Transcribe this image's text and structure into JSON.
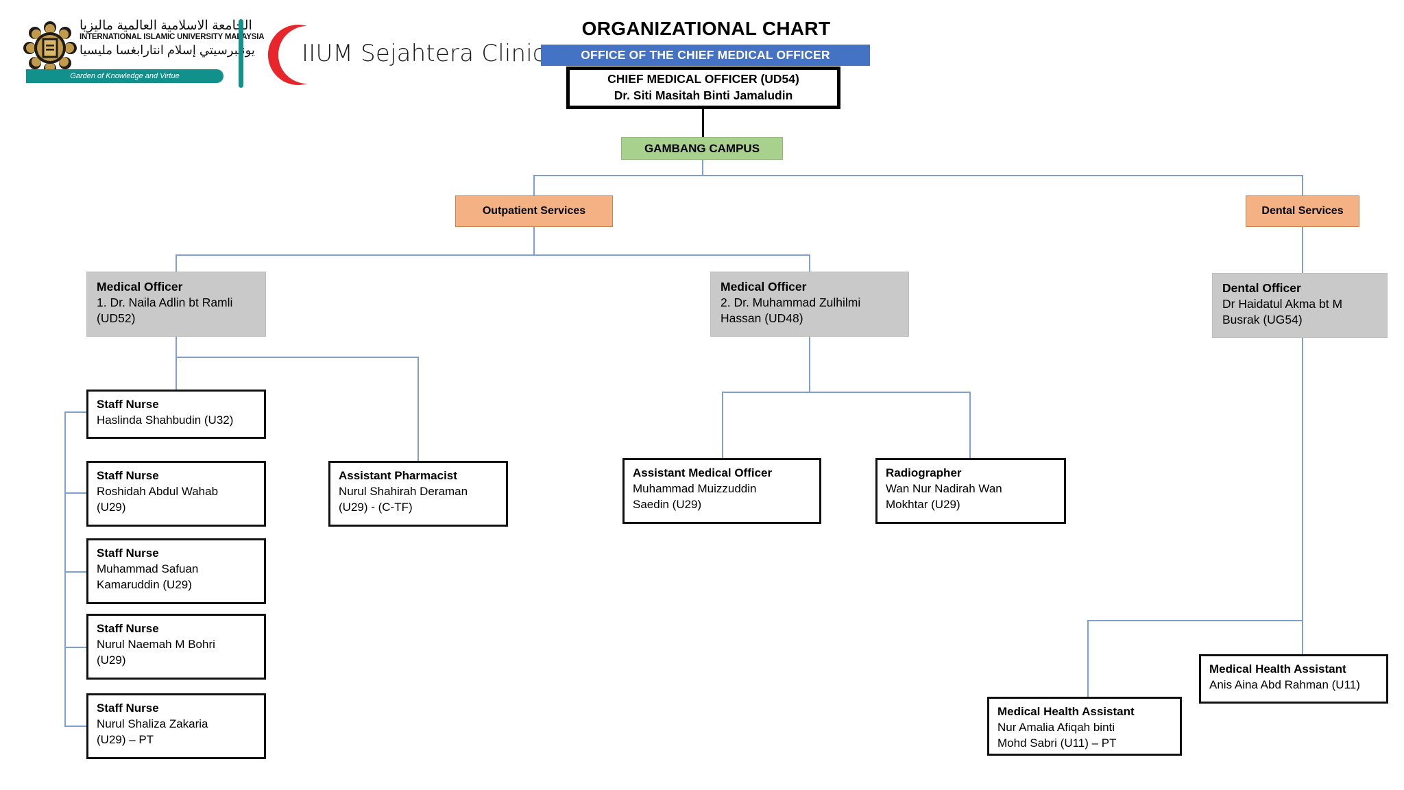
{
  "brand": {
    "university_arabic_top": "الجامعة الاسلامية العالمية ماليزيا",
    "university_english": "INTERNATIONAL ISLAMIC UNIVERSITY MALAYSIA",
    "university_arabic_bottom": "يونيبرسيتي إسلام انتارابغسا مليسيا",
    "tagline": "Garden of Knowledge and Virtue",
    "clinic_name": "IIUM Sejahtera Clinic"
  },
  "header": {
    "title": "ORGANIZATIONAL CHART",
    "office_bar": "OFFICE OF THE CHIEF MEDICAL OFFICER",
    "cmo_role": "CHIEF MEDICAL OFFICER (UD54)",
    "cmo_name": "Dr. Siti Masitah Binti Jamaludin"
  },
  "campus": {
    "label": "GAMBANG CAMPUS"
  },
  "services": {
    "outpatient": "Outpatient  Services",
    "dental": "Dental  Services"
  },
  "officers": {
    "mo1": {
      "role": "Medical Officer",
      "person": "1. Dr. Naila Adlin bt Ramli\n    (UD52)"
    },
    "mo2": {
      "role": "Medical Officer",
      "person": "2. Dr. Muhammad Zulhilmi\n    Hassan (UD48)"
    },
    "dental_officer": {
      "role": "Dental Officer",
      "person": "Dr Haidatul Akma bt M\nBusrak (UG54)"
    }
  },
  "nodes": {
    "nurse1": {
      "role": "Staff Nurse",
      "person": " Haslinda Shahbudin (U32)"
    },
    "nurse2": {
      "role": "Staff Nurse",
      "person": "Roshidah Abdul Wahab\n(U29)"
    },
    "nurse3": {
      "role": "Staff Nurse",
      "person": "Muhammad Safuan\nKamaruddin (U29)"
    },
    "nurse4": {
      "role": "Staff Nurse",
      "person": "Nurul Naemah M Bohri\n(U29)"
    },
    "nurse5": {
      "role": "Staff Nurse",
      "person": "Nurul Shaliza Zakaria\n(U29) – PT"
    },
    "pharmacist": {
      "role": "Assistant Pharmacist",
      "person": "Nurul Shahirah Deraman\n(U29) - (C-TF)"
    },
    "assistant_medical_officer": {
      "role": "Assistant Medical Officer",
      "person": "Muhammad Muizzuddin\nSaedin (U29)"
    },
    "radiographer": {
      "role": "Radiographer",
      "person": "Wan Nur Nadirah Wan\nMokhtar (U29)"
    },
    "mha1": {
      "role": "Medical Health Assistant",
      "person": "Nur Amalia Afiqah binti\nMohd Sabri (U11) – PT"
    },
    "mha2": {
      "role": "Medical Health Assistant",
      "person": "Anis Aina Abd Rahman (U11)"
    }
  },
  "colors": {
    "office_bar": "#4472c4",
    "campus": "#a9d18e",
    "service": "#f4b183",
    "officer": "#c9c9c9",
    "connector": "#7f9fd0",
    "node_border": "#111111"
  }
}
